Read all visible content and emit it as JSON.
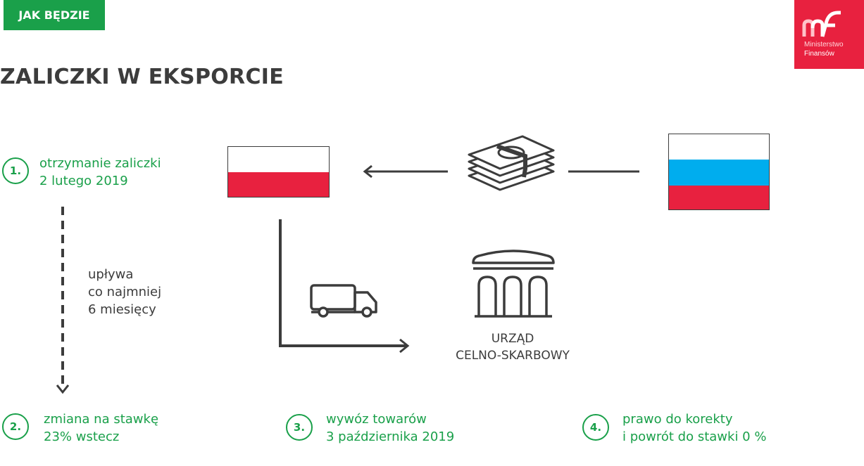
{
  "colors": {
    "green": "#1aa04a",
    "red": "#e8213f",
    "dark": "#3c3c3c",
    "ru_blue": "#00adee"
  },
  "badge": {
    "label": "JAK BĘDZIE"
  },
  "logo": {
    "line1": "Ministerstwo",
    "line2": "Finansów"
  },
  "title": "ZALICZKI W EKSPORCIE",
  "steps": [
    {
      "number": "1.",
      "line1": "otrzymanie zaliczki",
      "line2": "2 lutego 2019"
    },
    {
      "number": "2.",
      "line1": "zmiana na stawkę",
      "line2": "23% wstecz"
    },
    {
      "number": "3.",
      "line1": "wywóz towarów",
      "line2": "3 października 2019"
    },
    {
      "number": "4.",
      "line1": "prawo do korekty",
      "line2": "i powrót do stawki 0 %"
    }
  ],
  "period": {
    "line1": "upływa",
    "line2": "co najmniej",
    "line3": "6 miesięcy"
  },
  "office": {
    "line1": "URZĄD",
    "line2": "CELNO-SKARBOWY"
  },
  "icons": [
    "poland-flag-icon",
    "russia-flag-icon",
    "money-stack-icon",
    "truck-icon",
    "customs-office-building-icon",
    "arrow-left-icon",
    "arrow-right-icon",
    "arrow-down-icon"
  ]
}
